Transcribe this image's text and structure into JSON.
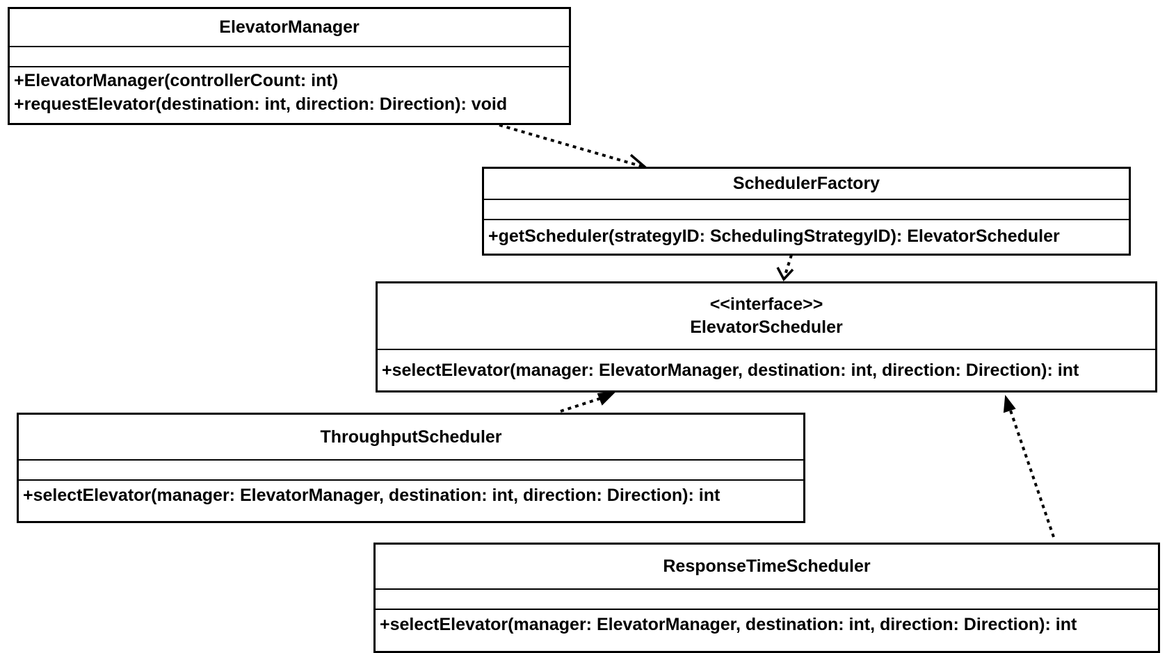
{
  "classes": {
    "elevator_manager": {
      "name": "ElevatorManager",
      "methods": [
        "+ElevatorManager(controllerCount: int)",
        "+requestElevator(destination: int, direction: Direction): void"
      ]
    },
    "scheduler_factory": {
      "name": "SchedulerFactory",
      "methods": [
        "+getScheduler(strategyID: SchedulingStrategyID): ElevatorScheduler"
      ]
    },
    "elevator_scheduler": {
      "stereotype": "<<interface>>",
      "name": "ElevatorScheduler",
      "methods": [
        "+selectElevator(manager: ElevatorManager, destination: int, direction: Direction): int"
      ]
    },
    "throughput_scheduler": {
      "name": "ThroughputScheduler",
      "methods": [
        "+selectElevator(manager: ElevatorManager, destination: int, direction: Direction): int"
      ]
    },
    "response_time_scheduler": {
      "name": "ResponseTimeScheduler",
      "methods": [
        "+selectElevator(manager: ElevatorManager, destination: int, direction: Direction): int"
      ]
    }
  },
  "relationships": [
    {
      "from": "ElevatorManager",
      "to": "SchedulerFactory",
      "kind": "dependency"
    },
    {
      "from": "SchedulerFactory",
      "to": "ElevatorScheduler",
      "kind": "dependency"
    },
    {
      "from": "ThroughputScheduler",
      "to": "ElevatorScheduler",
      "kind": "realization"
    },
    {
      "from": "ResponseTimeScheduler",
      "to": "ElevatorScheduler",
      "kind": "realization"
    }
  ],
  "colors": {
    "line": "#000000",
    "background": "#ffffff"
  }
}
